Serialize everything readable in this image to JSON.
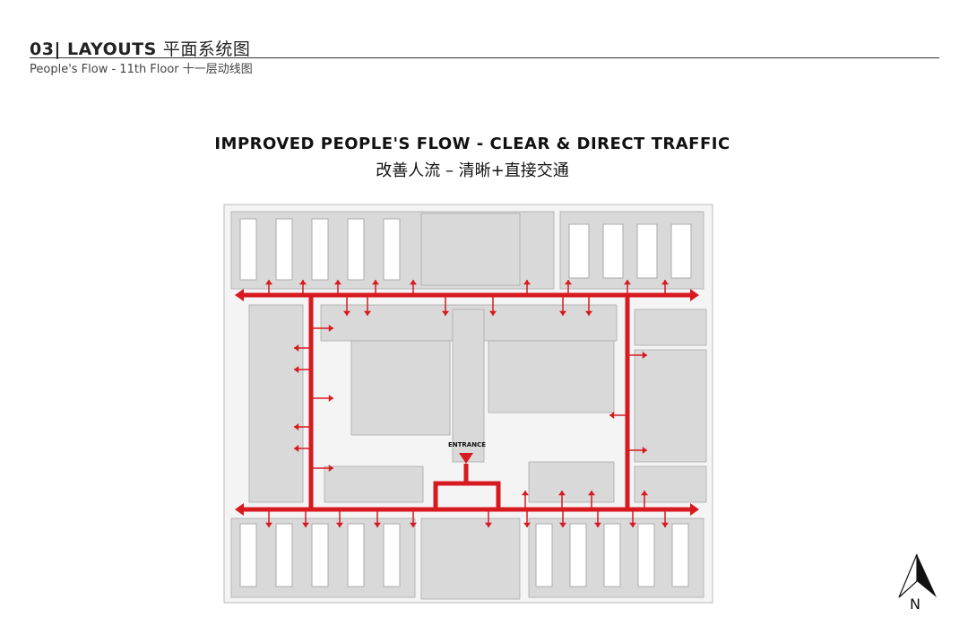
{
  "header": {
    "section": "03| LAYOUTS",
    "section_zh": "平面系统图",
    "subtitle": "People's Flow - 11th Floor 十一层动线图"
  },
  "plan": {
    "title_en": "IMPROVED PEOPLE'S FLOW - CLEAR & DIRECT TRAFFIC",
    "title_zh": "改善人流  –  清晰+直接交通",
    "entrance_label": "ENTRANCE",
    "north_label": "N",
    "flow_color": "#d71920",
    "plan_color": "#d9d9d9"
  }
}
